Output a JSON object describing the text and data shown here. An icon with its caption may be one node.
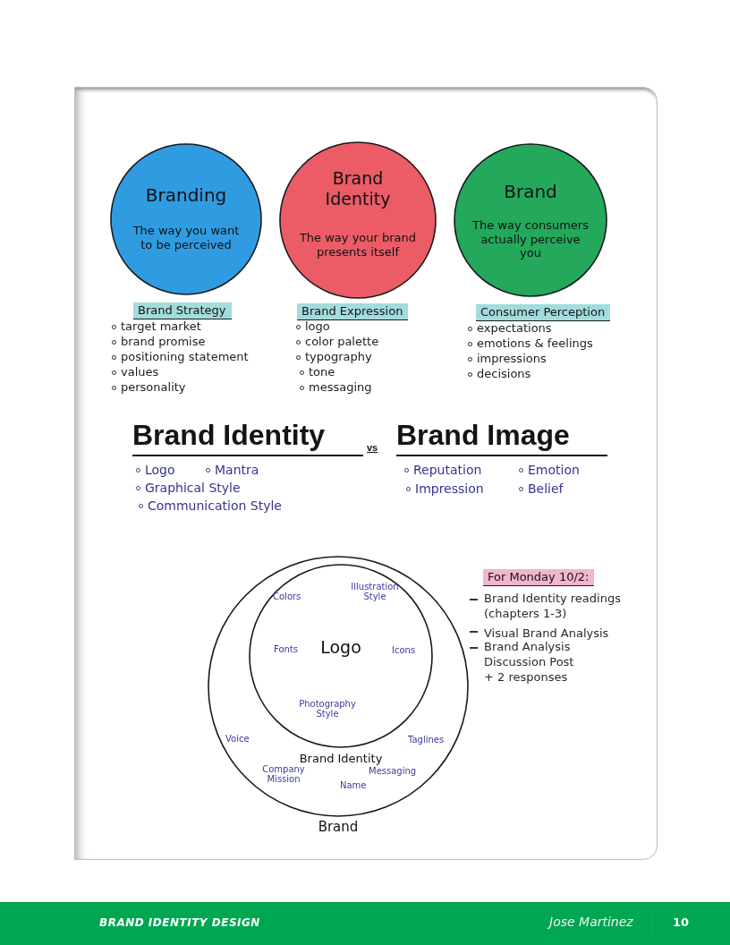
{
  "diagram": {
    "nodes": [
      {
        "text": [
          "Branding",
          "The way you want to be perceived"
        ]
      },
      {
        "text": [
          "Brand Identity",
          "The way your brand presents itself"
        ]
      },
      {
        "text": [
          "Brand",
          "The way consumers actually perceive you"
        ]
      },
      {
        "text": [
          "Brand Strategy"
        ]
      },
      {
        "text": [
          "Brand Expression"
        ]
      },
      {
        "text": [
          "Consumer Perception"
        ]
      },
      {
        "text": [
          "Brand"
        ]
      },
      {
        "text": [
          "Logo",
          "Brand Identity"
        ],
        "in": 6
      },
      {
        "text": [
          "For Monday 10/2:"
        ]
      }
    ],
    "labels": [
      "target market",
      "brand promise",
      "positioning statement",
      "values",
      "personality",
      "logo",
      "color palette",
      "typography",
      "tone",
      "messaging",
      "expectations",
      "emotions & feelings",
      "impressions",
      "decisions",
      "Brand Identity",
      "vs",
      "Brand Image",
      "Logo",
      "Mantra",
      "Graphical Style",
      "Communication Style",
      "Reputation",
      "Emotion",
      "Impression",
      "Belief",
      "Colors",
      "Illustration Style",
      "Fonts",
      "Icons",
      "Photography Style",
      "Voice",
      "Taglines",
      "Company Mission",
      "Messaging",
      "Name",
      "Brand Identity readings (chapters 1-3)",
      "Visual Brand Analysis",
      "Brand Analysis Discussion Post + 2 responses",
      "BRAND IDENTITY DESIGN",
      "Jose Martinez",
      "10"
    ]
  }
}
